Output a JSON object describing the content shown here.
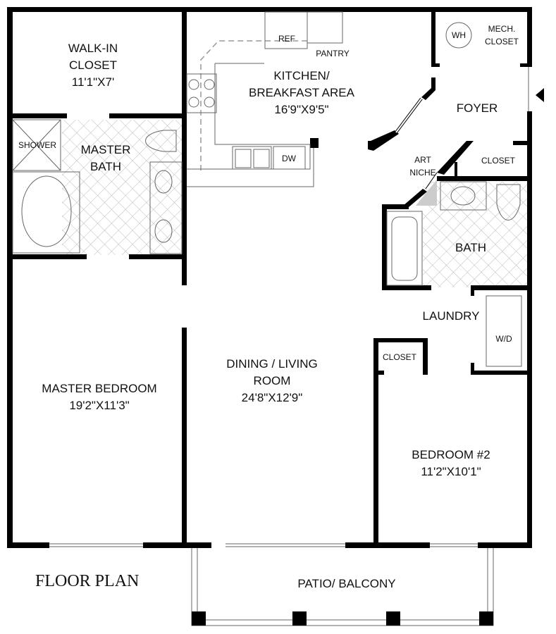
{
  "title": "FLOOR PLAN",
  "rooms": {
    "walkin": {
      "name1": "WALK-IN",
      "name2": "CLOSET",
      "size": "11'1\"X7'"
    },
    "kitchen": {
      "name1": "KITCHEN/",
      "name2": "BREAKFAST AREA",
      "size": "16'9\"X9'5\""
    },
    "ref": "REF",
    "pantry": "PANTRY",
    "dw": "DW",
    "wh": "WH",
    "mech": {
      "name1": "MECH.",
      "name2": "CLOSET"
    },
    "foyer": "FOYER",
    "shower": "SHOWER",
    "master_bath": {
      "name1": "MASTER",
      "name2": "BATH"
    },
    "art_niche": {
      "name1": "ART",
      "name2": "NICHE"
    },
    "foyer_closet": "CLOSET",
    "bath": "BATH",
    "laundry": "LAUNDRY",
    "wd": "W/D",
    "bed2_closet": "CLOSET",
    "dining": {
      "name1": "DINING / LIVING",
      "name2": "ROOM",
      "size": "24'8\"X12'9\""
    },
    "master_bedroom": {
      "name": "MASTER BEDROOM",
      "size": "19'2\"X11'3\""
    },
    "bedroom2": {
      "name": "BEDROOM #2",
      "size": "11'2\"X10'1\""
    },
    "patio": "PATIO/ BALCONY"
  }
}
